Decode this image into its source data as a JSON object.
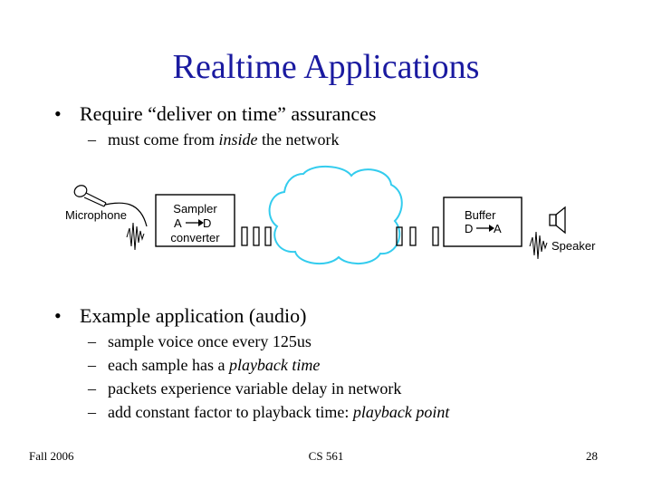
{
  "slide": {
    "title": "Realtime Applications",
    "bullets_top": {
      "main": "Require “deliver on time” assurances",
      "sub_prefix": "must come from ",
      "sub_em": "inside",
      "sub_suffix": " the network"
    },
    "diagram": {
      "microphone_label": "Microphone",
      "sampler_line1": "Sampler",
      "sampler_a": "A",
      "sampler_d": "D",
      "sampler_line3": "converter",
      "buffer_line1": "Buffer",
      "buffer_d": "D",
      "buffer_a": "A",
      "speaker_label": "Speaker"
    },
    "bullets_bottom": {
      "main": "Example application (audio)",
      "sub1": "sample voice once every 125us",
      "sub2_prefix": "each sample has a ",
      "sub2_em": "playback time",
      "sub3": "packets experience variable delay in network",
      "sub4_prefix": "add constant factor to playback time: ",
      "sub4_em": "playback point"
    },
    "footer": {
      "left": "Fall 2006",
      "center": "CS 561",
      "right": "28"
    },
    "colors": {
      "title": "#1a1aa0",
      "cloud": "#33ccee"
    }
  }
}
